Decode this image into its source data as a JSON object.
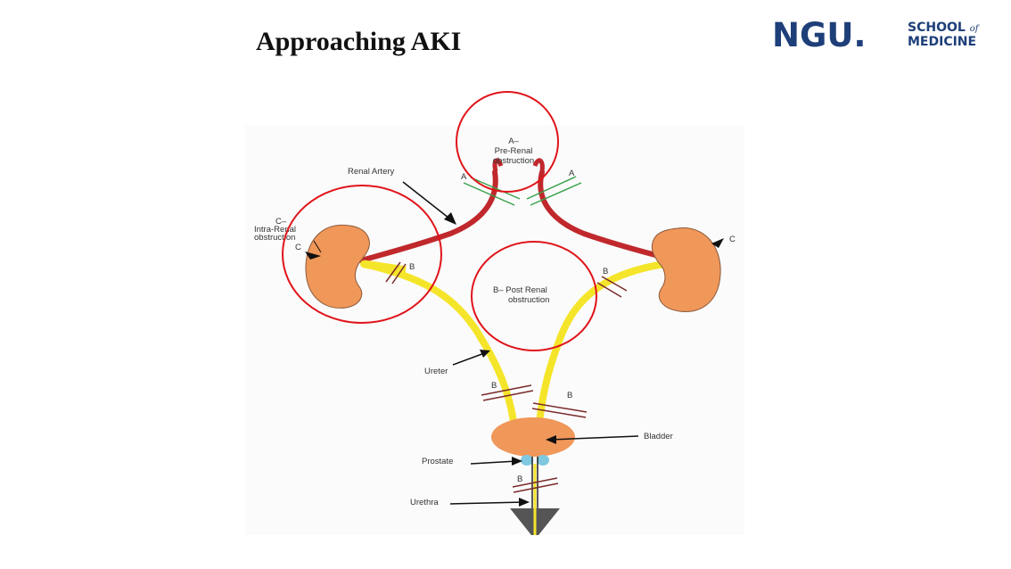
{
  "slide": {
    "title": "Approaching AKI"
  },
  "logo": {
    "mark": "NGU.",
    "school": "SCHOOL",
    "of": "of",
    "medicine": "MEDICINE"
  },
  "colors": {
    "kidney": "#f0975a",
    "artery": "#c0282c",
    "ureter": "#f5e52a",
    "highlight_circle": "#e0141a",
    "obstruction_green": "#3aa14a",
    "obstruction_maroon": "#7a2a2a",
    "prostate": "#7ec8e0",
    "urethra": "#555555"
  },
  "diagram": {
    "pre_renal": {
      "line1": "A–",
      "line2": "Pre-Renal",
      "line3": "obstruction"
    },
    "renal_artery": "Renal Artery",
    "intra_renal": {
      "line1": "C–",
      "line2": "Intra-Renal",
      "line3": "obstruction"
    },
    "post_renal": {
      "line1": "B– Post Renal",
      "line2": "obstruction"
    },
    "ureter": "Ureter",
    "bladder": "Bladder",
    "prostate": "Prostate",
    "urethra": "Urethra",
    "marks": {
      "a_left": "A",
      "a_right": "A",
      "c_left": "C",
      "c_right": "C",
      "b_left_kidney": "B",
      "b_right_kidney": "B",
      "b_ureter_left": "B",
      "b_ureter_right": "B",
      "b_urethra": "B"
    }
  }
}
